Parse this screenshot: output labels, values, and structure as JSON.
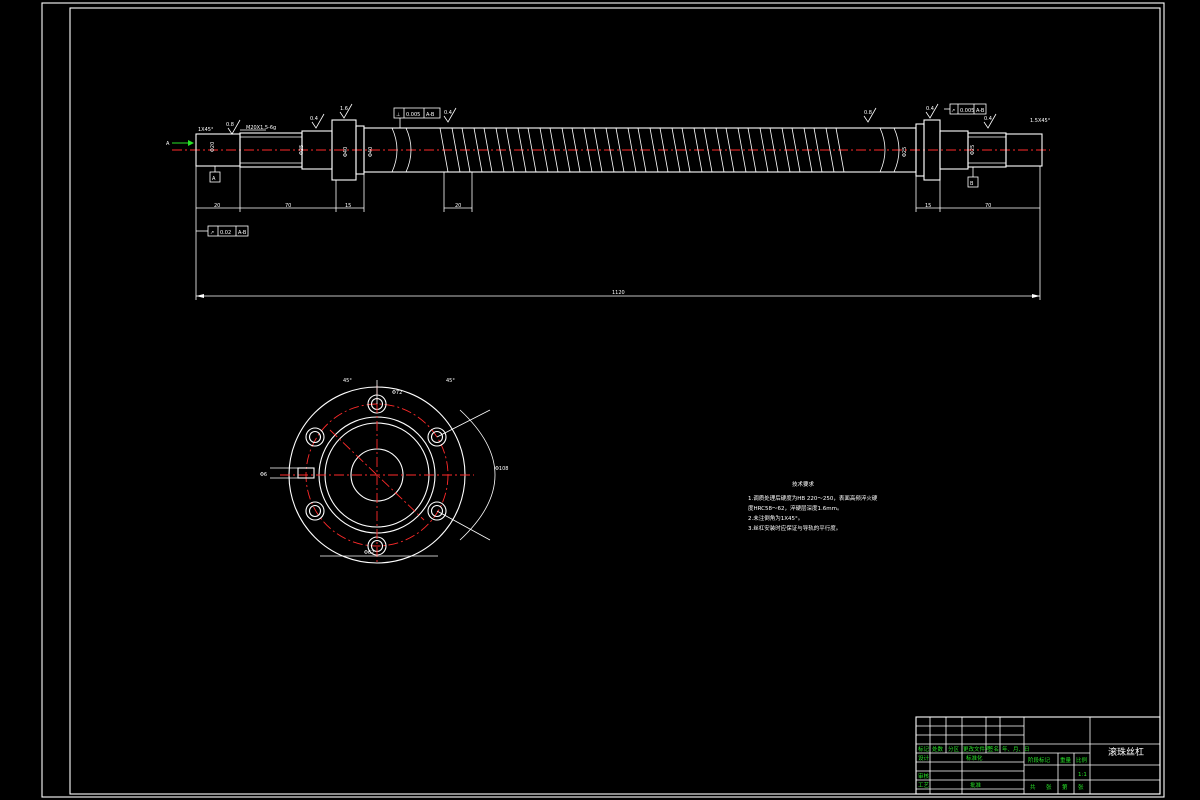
{
  "drawing": {
    "title": "滚珠丝杠",
    "colors": {
      "background": "#000000",
      "line": "#ffffff",
      "centerline": "#ff2a2a",
      "table_text": "#27e327"
    }
  },
  "views": {
    "front": {
      "datum_A": "A",
      "datum_B": "B",
      "chamfer_left": "1X45°",
      "chamfer_right": "1.5X45°",
      "thread_left": "M20X1.5-6g",
      "tolerance_frame_1": [
        "⊥",
        "0.005",
        "A-B"
      ],
      "tolerance_frame_2": [
        "↗",
        "0.005",
        "A-B"
      ],
      "tolerance_frame_3": [
        "↗",
        "0.02",
        "A-B"
      ],
      "roughness_values": [
        "0.8",
        "0.4",
        "1.6",
        "0.4",
        "0.8",
        "0.4",
        "0.4"
      ],
      "diameters": [
        "Φ20",
        "Φ25",
        "Φ40",
        "Φ40",
        "Φ25",
        "Φ25"
      ],
      "dimensions": {
        "left_end": "20",
        "left_thread": "70",
        "left_gap": "15",
        "pitch": "20",
        "right_gap": "15",
        "right_end": "70",
        "overall": "1120"
      }
    },
    "flange": {
      "angle_1": "45°",
      "angle_2": "45°",
      "pcd": "Φ72",
      "bore": "Φ6",
      "outer": "Φ108",
      "side": "Φ62"
    }
  },
  "tech_notes": {
    "heading": "技术要求",
    "lines": [
      "1.调质处理后硬度为HB 220～250，表面高频淬火硬",
      "  度HRC58～62，淬硬层深度1.6mm。",
      "2.未注倒角为1X45°。",
      "3.丝杠安装时应保证与导轨的平行度。"
    ]
  },
  "title_block": {
    "labels": [
      "标记",
      "处数",
      "分区",
      "更改文件号",
      "签名",
      "年、月、日"
    ],
    "roles": [
      "设计",
      "审核",
      "工艺"
    ],
    "standardization": "标准化",
    "approve": "批准",
    "stage_mark": "阶段标记",
    "weight": "重量",
    "scale": "比例",
    "scale_value": "1:1",
    "sheets": [
      "共",
      "张",
      "第",
      "张"
    ],
    "drawing_name": "滚珠丝杠"
  }
}
